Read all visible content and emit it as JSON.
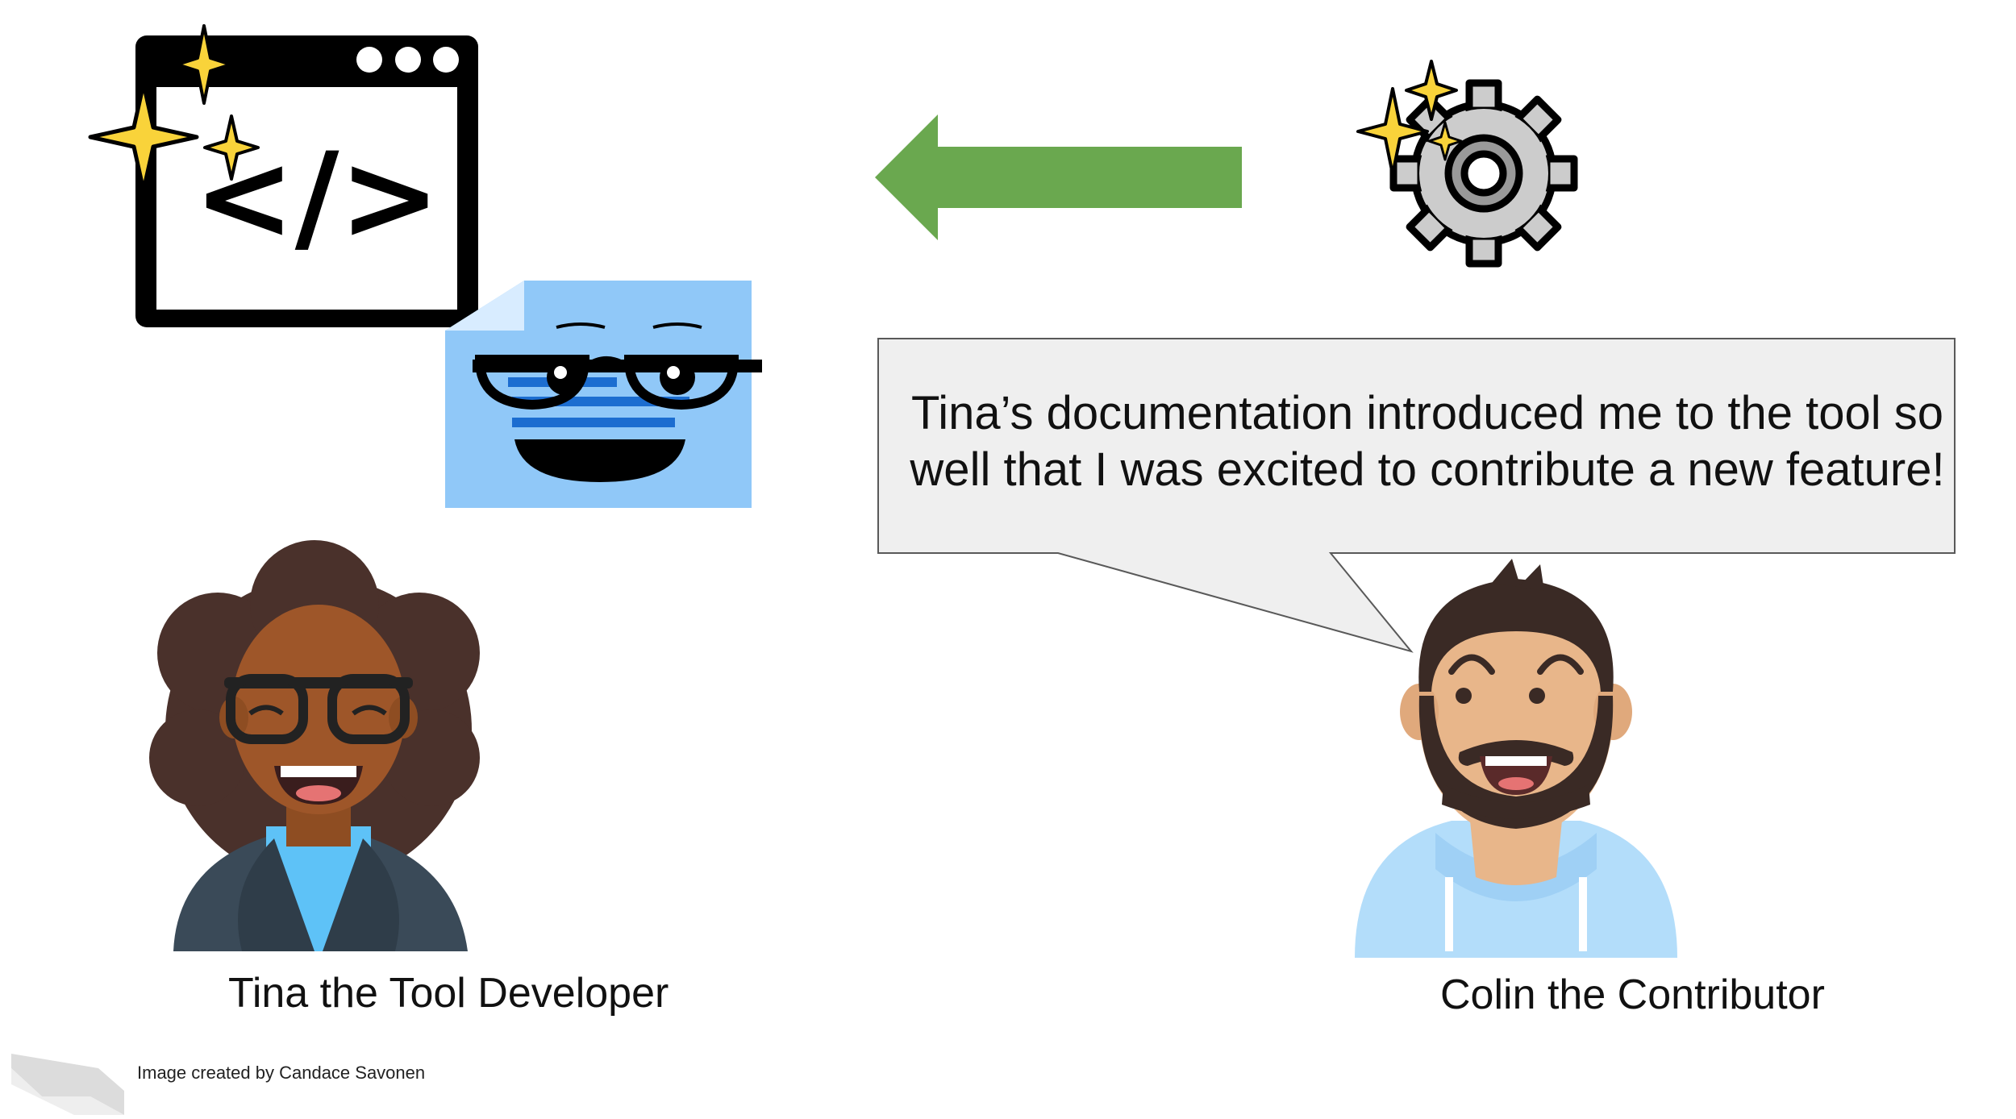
{
  "speech": {
    "text": "Tina’s documentation introduced me to the tool so well that I was excited to contribute a new feature!"
  },
  "labels": {
    "tina": "Tina the Tool Developer",
    "colin": "Colin the Contributor"
  },
  "credit": "Image created by Candace Savonen",
  "code_window": {
    "glyph": "</>"
  },
  "icons": [
    "code-window-icon",
    "sparkle-icon",
    "document-face-icon",
    "arrow-left-icon",
    "gear-icon",
    "tina-avatar",
    "colin-avatar",
    "logo-icon"
  ],
  "colors": {
    "arrow": "#6aa84f",
    "document": "#90c8f8",
    "document_stripes": "#1c6dd0",
    "speech_bubble": "#efefef",
    "gear": "#cccccc",
    "sparkle": "#f9d33a"
  }
}
